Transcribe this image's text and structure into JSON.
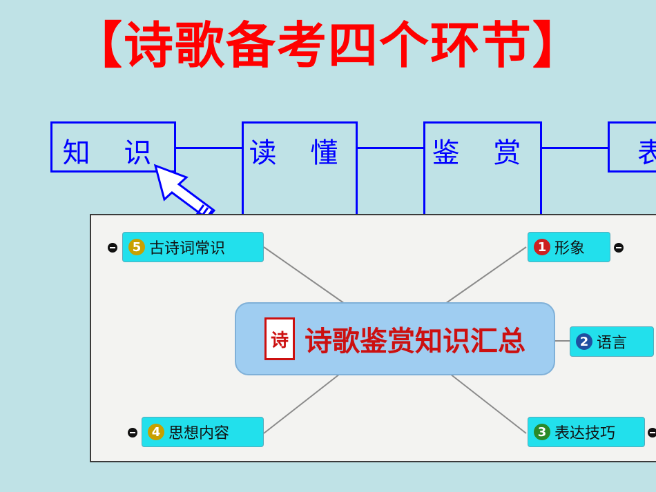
{
  "title": "【诗歌备考四个环节】",
  "steps": [
    "知 识",
    "读 懂",
    "鉴 赏",
    "表"
  ],
  "mindmap": {
    "center_label": "诗歌鉴赏知识汇总",
    "seal_glyph": "诗",
    "nodes": [
      {
        "number": "5",
        "label": "古诗词常识"
      },
      {
        "number": "1",
        "label": "形象"
      },
      {
        "number": "2",
        "label": "语言"
      },
      {
        "number": "4",
        "label": "思想内容"
      },
      {
        "number": "3",
        "label": "表达技巧"
      }
    ]
  },
  "colors": {
    "background": "#bfe2e6",
    "title": "#ff0000",
    "step_border": "#0000ff",
    "node_fill": "#22e0ec",
    "center_fill": "#9fcdf1"
  }
}
